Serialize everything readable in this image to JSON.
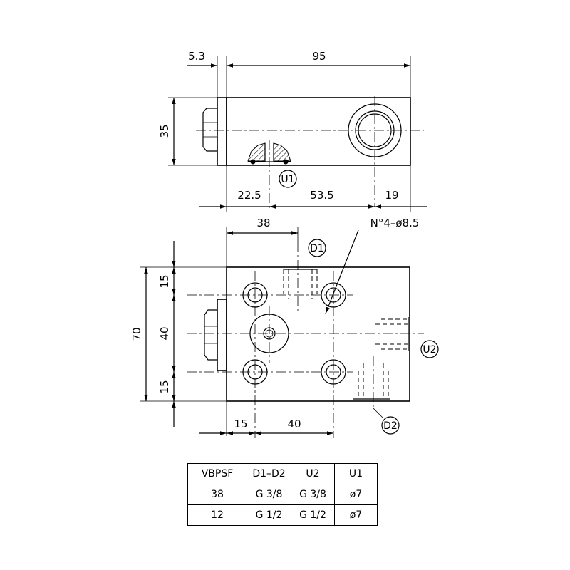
{
  "top_view": {
    "dims": {
      "flange": "5.3",
      "length": "95",
      "height": "35",
      "a": "22.5",
      "b": "53.5",
      "c": "19"
    },
    "port_label": "U1"
  },
  "front_view": {
    "dims": {
      "width_d1": "38",
      "hole_spec": "N°4–ø8.5",
      "top": "15",
      "total_height": "70",
      "mid": "40",
      "bottom": "15",
      "left": "15",
      "spacing": "40"
    },
    "port_labels": {
      "d1": "D1",
      "u2": "U2",
      "d2": "D2"
    }
  },
  "table": {
    "headers": [
      "VBPSF",
      "D1–D2",
      "U2",
      "U1"
    ],
    "rows": [
      [
        "38",
        "G 3/8",
        "G 3/8",
        "ø7"
      ],
      [
        "12",
        "G 1/2",
        "G 1/2",
        "ø7"
      ]
    ]
  }
}
